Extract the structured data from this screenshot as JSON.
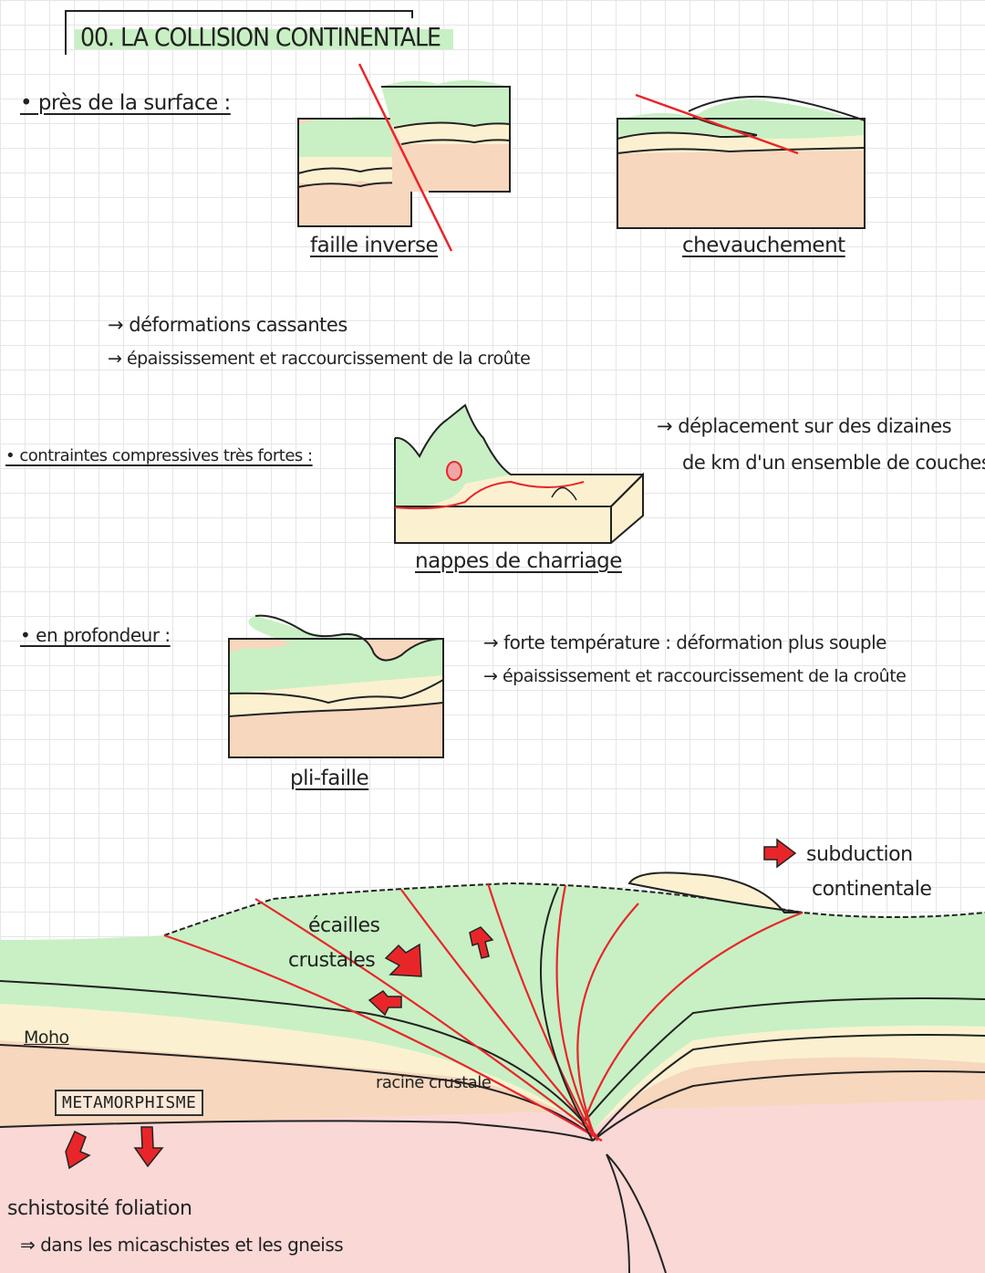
{
  "title": "00. LA COLLISION CONTINENTALE",
  "sections": {
    "surface": {
      "label": "• près de la surface :",
      "diagram1_caption": "faille inverse",
      "diagram2_caption": "chevauchement",
      "notes": [
        "→ déformations cassantes",
        "→ épaississement et raccourcissement de la croûte"
      ]
    },
    "compressive": {
      "label": "• contraintes compressives très fortes :",
      "caption": "nappes de charriage",
      "notes": [
        "→ déplacement sur des dizaines",
        "de km d'un ensemble de couches"
      ]
    },
    "depth": {
      "label": "• en profondeur :",
      "caption": "pli-faille",
      "notes": [
        "→ forte température : déformation plus souple",
        "→ épaississement et raccourcissement de la croûte"
      ]
    }
  },
  "cross_section": {
    "subduction_line1": "subduction",
    "subduction_line2": "continentale",
    "ecailles_line1": "écailles",
    "ecailles_line2": "crustales",
    "moho": "Moho",
    "racine": "racine crustale",
    "metamorphisme": "METAMORPHISME",
    "schistosite": "schistosité  foliation",
    "gneiss": "⇒ dans les micaschistes et les gneiss"
  },
  "colors": {
    "green": "#c8f0c4",
    "cream": "#fbf1d0",
    "orange": "#f7d7bd",
    "pink": "#f9d8d6",
    "red": "#e8262a",
    "line": "#222222"
  }
}
